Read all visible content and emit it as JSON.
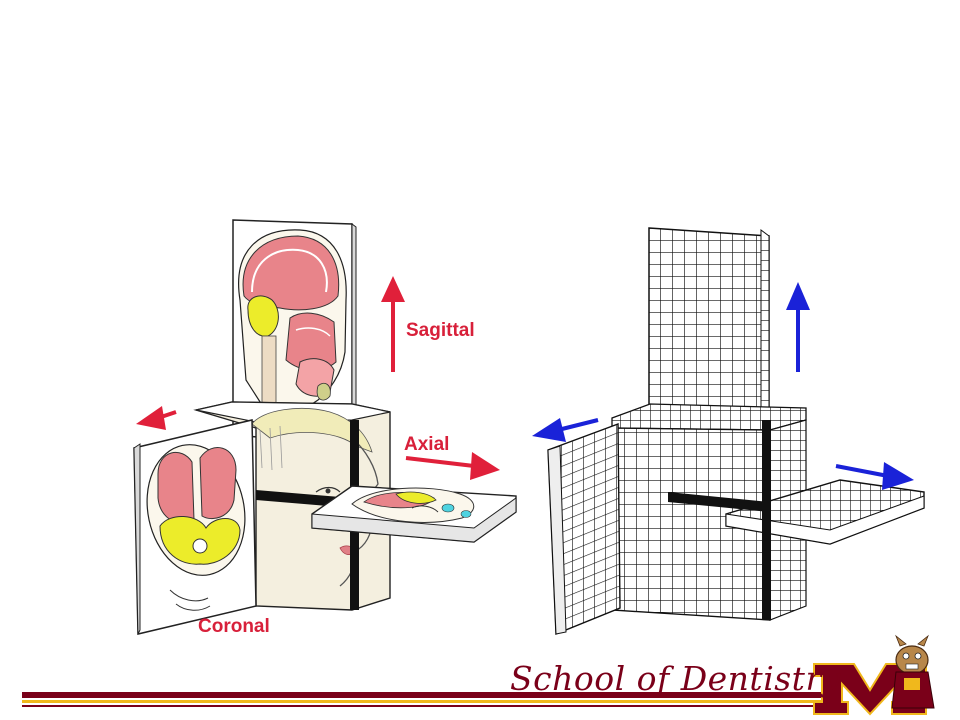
{
  "labels": {
    "sagittal": "Sagittal",
    "axial": "Axial",
    "coronal": "Coronal"
  },
  "footer": {
    "brand_text": "School of Dentistry",
    "logo_letter": "M"
  },
  "colors": {
    "red_arrow": "#e0203a",
    "blue_arrow": "#1a22d8",
    "maroon": "#7a0019",
    "gold": "#f0b81c",
    "brain_pink": "#e8848a",
    "cerebellum_yellow": "#ecec2a",
    "skin": "#f2ecd9"
  },
  "icons": [
    "arrow-up-icon",
    "arrow-left-icon",
    "arrow-right-icon",
    "university-m-logo",
    "gopher-mascot-icon"
  ]
}
